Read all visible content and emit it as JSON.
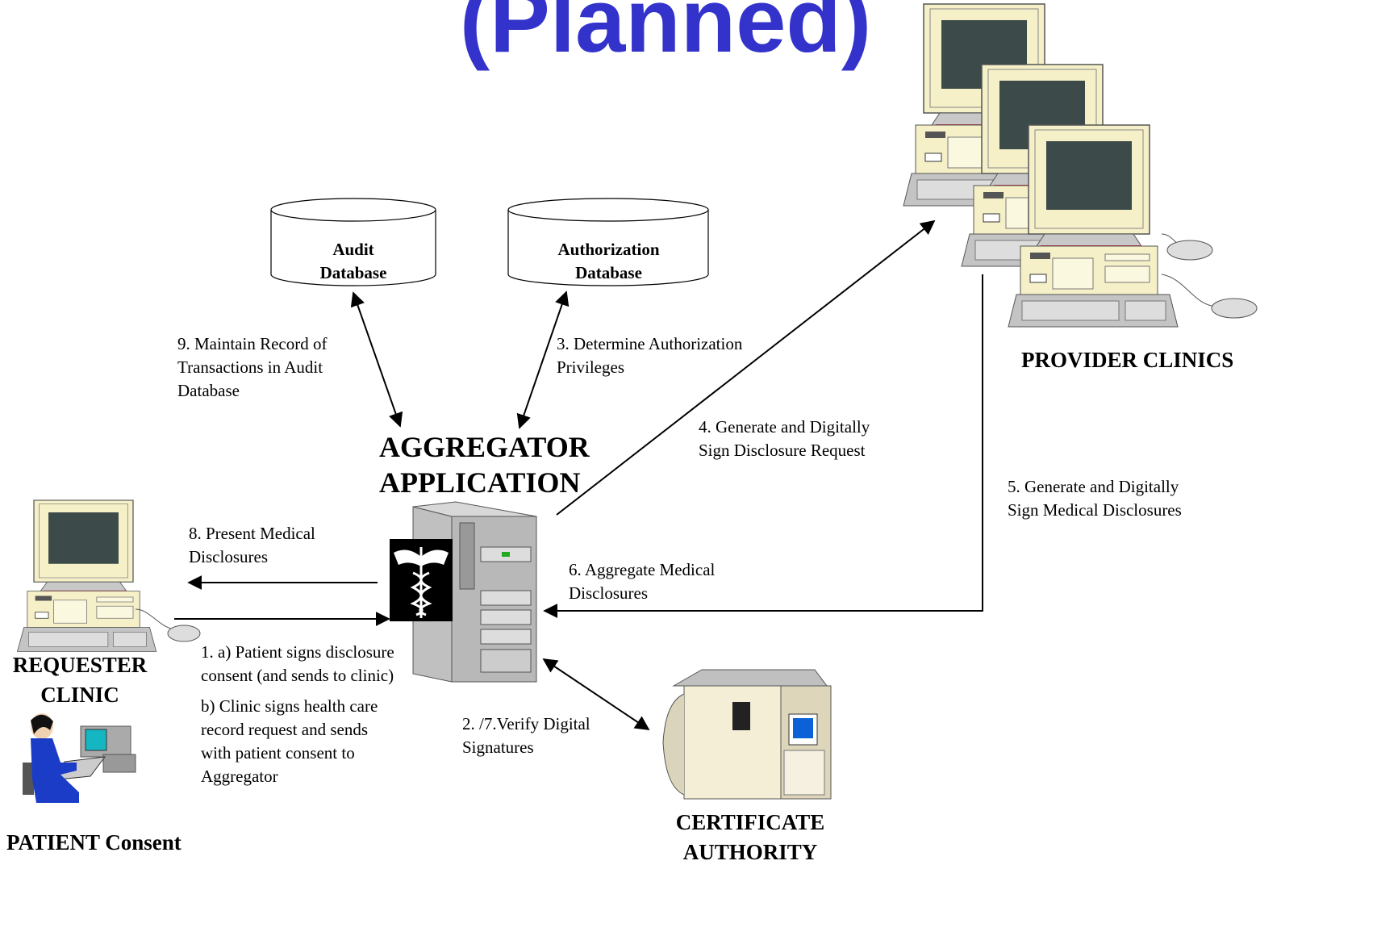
{
  "title": "(Planned)",
  "nodes": {
    "audit_db": "Audit\nDatabase",
    "auth_db": "Authorization\nDatabase",
    "aggregator": "AGGREGATOR\nAPPLICATION",
    "provider": "PROVIDER CLINICS",
    "requester": "REQUESTER\nCLINIC",
    "patient": "PATIENT Consent",
    "ca": "CERTIFICATE\nAUTHORITY"
  },
  "steps": {
    "s1a": "1. a) Patient signs disclosure\nconsent (and sends to clinic)",
    "s1b": "   b) Clinic signs health care\nrecord request and sends\nwith patient consent to\nAggregator",
    "s2": "2. /7.Verify Digital\nSignatures",
    "s3": "3. Determine Authorization\nPrivileges",
    "s4": "4. Generate and Digitally\nSign Disclosure Request",
    "s5": "5. Generate and Digitally\nSign Medical Disclosures",
    "s6": "6. Aggregate Medical\nDisclosures",
    "s8": "8. Present Medical\nDisclosures",
    "s9": "9. Maintain Record of\nTransactions in Audit\nDatabase"
  },
  "colors": {
    "title": "#3333cc",
    "screen": "#3d4a4a",
    "beige": "#f5f0c8",
    "gray": "#b0b0b0"
  }
}
